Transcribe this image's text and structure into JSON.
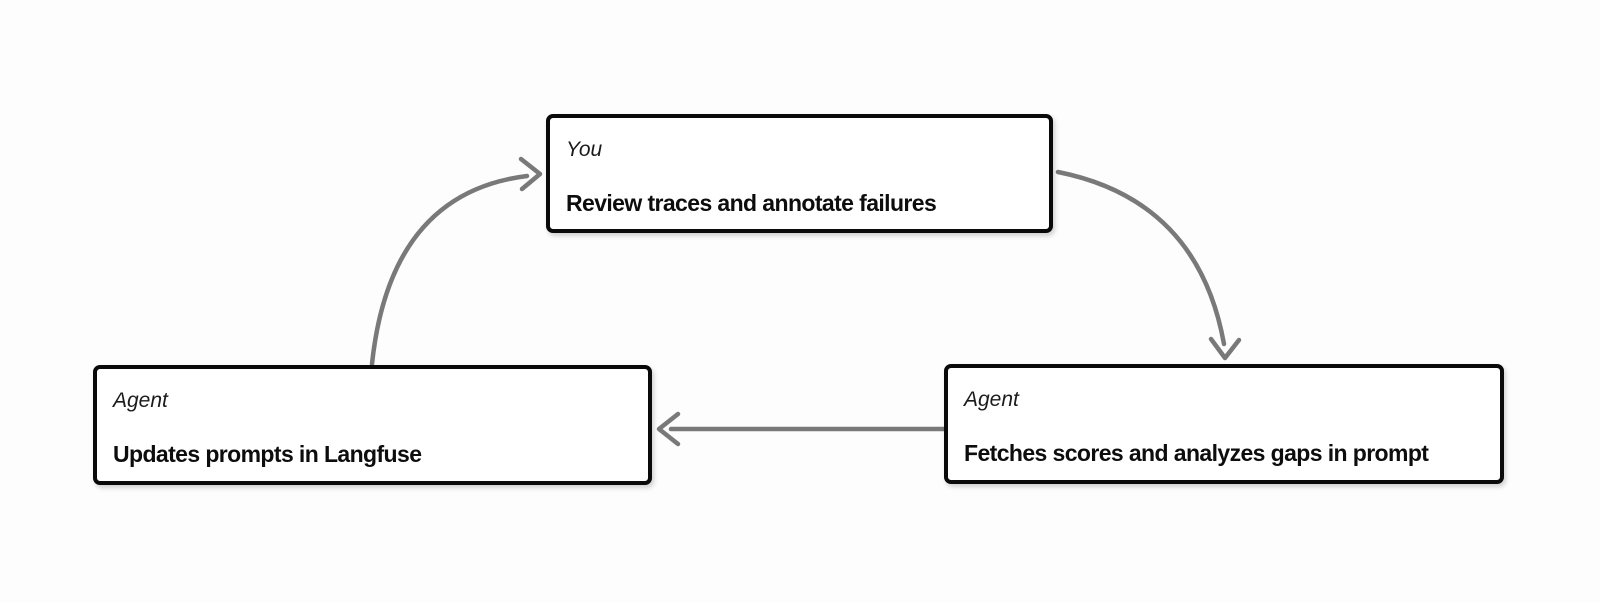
{
  "canvas": {
    "background": "#fdfdfd"
  },
  "colors": {
    "arrow": "#797979",
    "node_border": "#0a0a0a",
    "node_bg": "#ffffff",
    "label_text": "#1b1b1b",
    "title_text": "#0d0d0d"
  },
  "nodes": {
    "review": {
      "label": "You",
      "title": "Review traces and annotate failures"
    },
    "fetch": {
      "label": "Agent",
      "title": "Fetches scores and analyzes gaps in prompt"
    },
    "update": {
      "label": "Agent",
      "title": "Updates prompts in Langfuse"
    }
  },
  "edges": [
    {
      "from": "update",
      "to": "review",
      "shape": "curved"
    },
    {
      "from": "review",
      "to": "fetch",
      "shape": "curved"
    },
    {
      "from": "fetch",
      "to": "update",
      "shape": "straight"
    }
  ]
}
